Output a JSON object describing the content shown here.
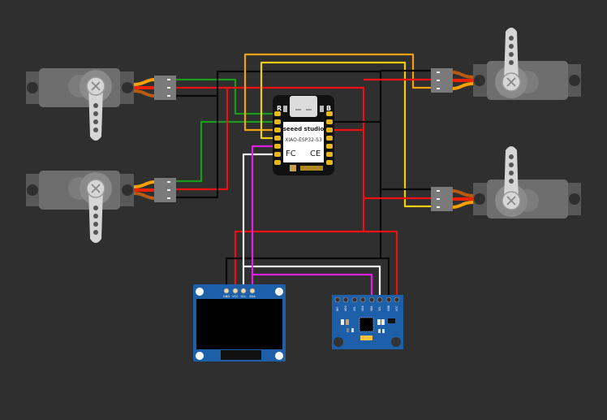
{
  "canvas": {
    "background": "#2f2f2f"
  },
  "wire_colors": {
    "signal_green": "#1a9a1a",
    "power_red": "#ee1111",
    "ground_black": "#0a0a0a",
    "orange": "#f0a010",
    "yellow": "#f2cc10",
    "magenta": "#e020e0",
    "white": "#f0f0f0"
  },
  "mcu": {
    "brand": "seeed studio",
    "model": "XIAO-ESP32-S3",
    "fc_mark": "FC",
    "ce_mark": "CE",
    "reset_label": "R",
    "boot_label": "B"
  },
  "oled": {
    "pins": [
      "GND",
      "VCC",
      "SCL",
      "SDA"
    ],
    "board_color": "#1d5fa8"
  },
  "mpu": {
    "pins": [
      "INT",
      "AD0",
      "XCL",
      "XDA",
      "SDA",
      "SCL",
      "GND",
      "VCC"
    ],
    "board_color": "#1d5fa8"
  },
  "servos": [
    {
      "id": "servo1",
      "icon": "servo-motor-icon"
    },
    {
      "id": "servo2",
      "icon": "servo-motor-icon"
    },
    {
      "id": "servo3",
      "icon": "servo-motor-icon"
    },
    {
      "id": "servo4",
      "icon": "servo-motor-icon"
    }
  ]
}
